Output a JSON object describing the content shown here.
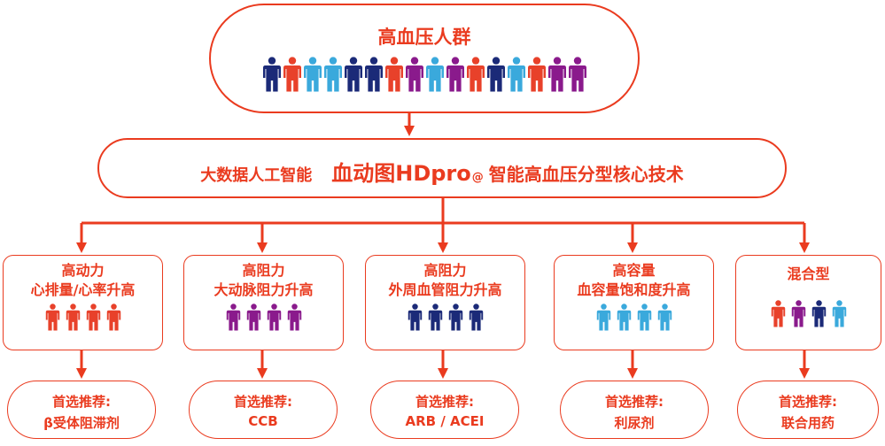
{
  "top": {
    "title": "高血压人群",
    "people": [
      "navy",
      "red",
      "sky",
      "sky",
      "navy",
      "navy",
      "red",
      "purple",
      "sky",
      "purple",
      "red",
      "navy",
      "sky",
      "red",
      "purple",
      "purple"
    ]
  },
  "middle": {
    "left_text": "大数据人工智能",
    "brand": "血动图HDpro",
    "brand_mark": "@",
    "right_text": "智能高血压分型核心技术"
  },
  "colors": {
    "red": "#e8412a",
    "purple": "#8a1a8c",
    "navy": "#1b2a78",
    "sky": "#3aa9dc",
    "accent": "#ea3b1f"
  },
  "types": [
    {
      "title_line1": "高动力",
      "title_line2": "心排量/心率升高",
      "people": [
        "red",
        "red",
        "red",
        "red"
      ],
      "rec_label": "首选推荐:",
      "rec_drug": "β受体阻滞剂"
    },
    {
      "title_line1": "高阻力",
      "title_line2": "大动脉阻力升高",
      "people": [
        "purple",
        "purple",
        "purple",
        "purple"
      ],
      "rec_label": "首选推荐:",
      "rec_drug": "CCB"
    },
    {
      "title_line1": "高阻力",
      "title_line2": "外周血管阻力升高",
      "people": [
        "navy",
        "navy",
        "navy",
        "navy"
      ],
      "rec_label": "首选推荐:",
      "rec_drug": "ARB / ACEI"
    },
    {
      "title_line1": "高容量",
      "title_line2": "血容量饱和度升高",
      "people": [
        "sky",
        "sky",
        "sky",
        "sky"
      ],
      "rec_label": "首选推荐:",
      "rec_drug": "利尿剂"
    },
    {
      "title_line1": "混合型",
      "title_line2": "",
      "people": [
        "red",
        "purple",
        "navy",
        "sky"
      ],
      "rec_label": "首选推荐:",
      "rec_drug": "联合用药"
    }
  ]
}
